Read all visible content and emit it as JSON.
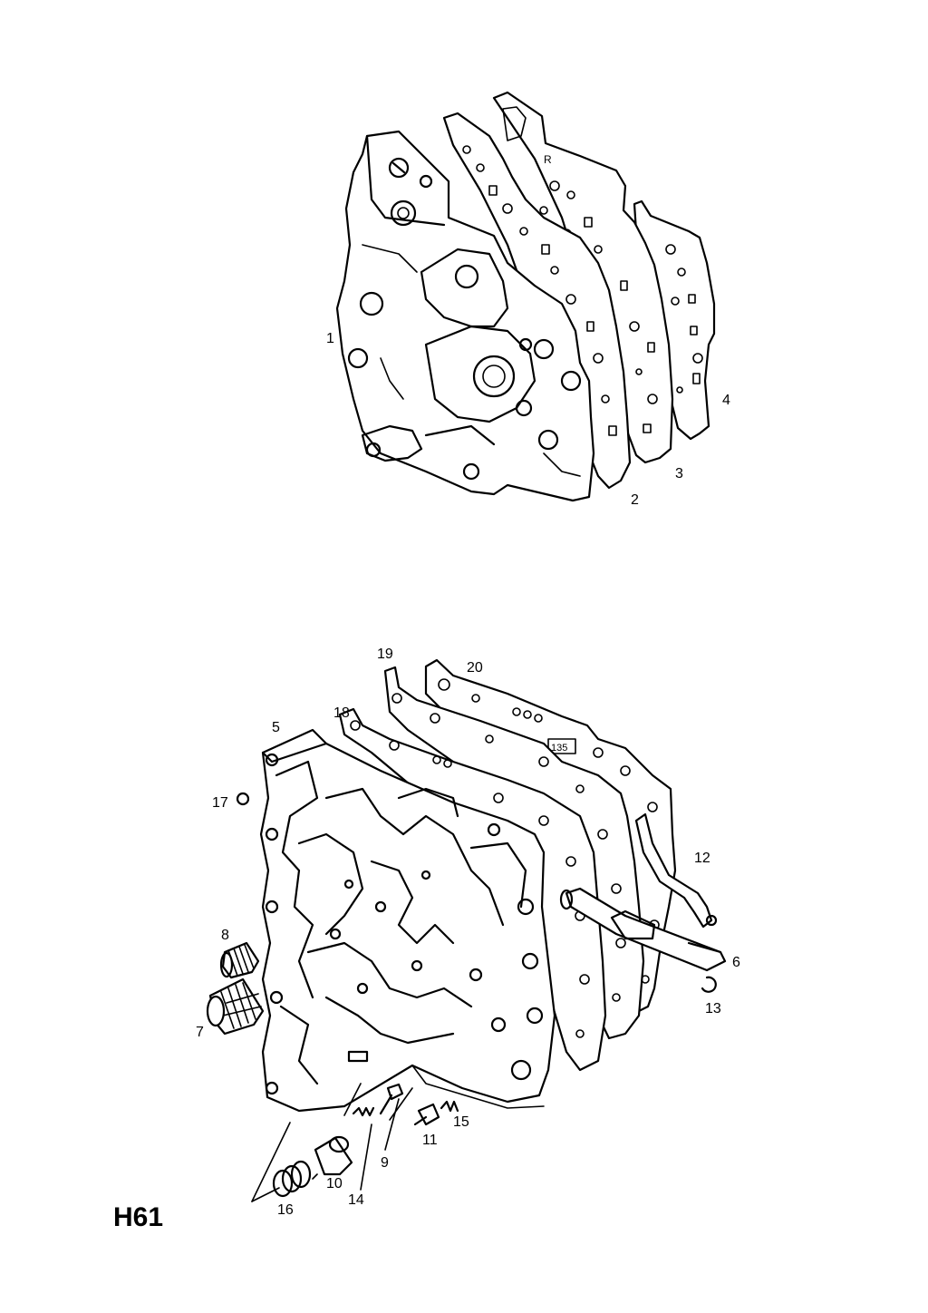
{
  "diagram": {
    "code": "H61",
    "upper_group": {
      "callouts": [
        "1",
        "2",
        "3",
        "4"
      ]
    },
    "lower_group": {
      "callouts": [
        "5",
        "6",
        "7",
        "8",
        "9",
        "10",
        "11",
        "12",
        "13",
        "14",
        "15",
        "16",
        "17",
        "18",
        "19",
        "20"
      ]
    },
    "plate_marks": [
      "R",
      "135"
    ]
  }
}
